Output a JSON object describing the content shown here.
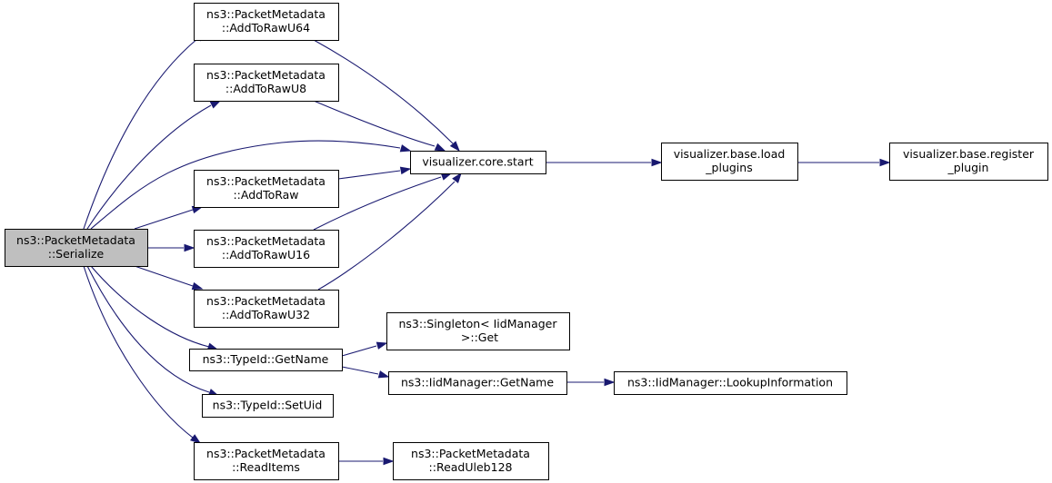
{
  "colors": {
    "edge": "#191970",
    "root_fill": "#bfbfbf",
    "node_fill": "#ffffff",
    "border": "#000000"
  },
  "nodes": [
    {
      "id": "serialize",
      "lines": [
        "ns3::PacketMetadata",
        "::Serialize"
      ],
      "highlighted": true
    },
    {
      "id": "addtorawu64",
      "lines": [
        "ns3::PacketMetadata",
        "::AddToRawU64"
      ]
    },
    {
      "id": "addtorawu8",
      "lines": [
        "ns3::PacketMetadata",
        "::AddToRawU8"
      ]
    },
    {
      "id": "addtoraw",
      "lines": [
        "ns3::PacketMetadata",
        "::AddToRaw"
      ]
    },
    {
      "id": "addtorawu16",
      "lines": [
        "ns3::PacketMetadata",
        "::AddToRawU16"
      ]
    },
    {
      "id": "addtorawu32",
      "lines": [
        "ns3::PacketMetadata",
        "::AddToRawU32"
      ]
    },
    {
      "id": "typeid-getname",
      "lines": [
        "ns3::TypeId::GetName"
      ]
    },
    {
      "id": "typeid-setuid",
      "lines": [
        "ns3::TypeId::SetUid"
      ]
    },
    {
      "id": "readitems",
      "lines": [
        "ns3::PacketMetadata",
        "::ReadItems"
      ]
    },
    {
      "id": "core-start",
      "lines": [
        "visualizer.core.start"
      ]
    },
    {
      "id": "load-plugins",
      "lines": [
        "visualizer.base.load",
        "_plugins"
      ]
    },
    {
      "id": "register-plugin",
      "lines": [
        "visualizer.base.register",
        "_plugin"
      ]
    },
    {
      "id": "singleton-get",
      "lines": [
        "ns3::Singleton< IidManager",
        " >::Get"
      ]
    },
    {
      "id": "iidmanager-getname",
      "lines": [
        "ns3::IidManager::GetName"
      ]
    },
    {
      "id": "lookupinformation",
      "lines": [
        "ns3::IidManager::LookupInformation"
      ]
    },
    {
      "id": "readuleb128",
      "lines": [
        "ns3::PacketMetadata",
        "::ReadUleb128"
      ]
    }
  ],
  "edges": [
    [
      "serialize",
      "addtorawu64"
    ],
    [
      "serialize",
      "addtorawu8"
    ],
    [
      "serialize",
      "core-start"
    ],
    [
      "serialize",
      "addtoraw"
    ],
    [
      "serialize",
      "addtorawu16"
    ],
    [
      "serialize",
      "addtorawu32"
    ],
    [
      "serialize",
      "typeid-getname"
    ],
    [
      "serialize",
      "typeid-setuid"
    ],
    [
      "serialize",
      "readitems"
    ],
    [
      "addtorawu64",
      "core-start"
    ],
    [
      "addtorawu8",
      "core-start"
    ],
    [
      "addtoraw",
      "core-start"
    ],
    [
      "addtorawu16",
      "core-start"
    ],
    [
      "addtorawu32",
      "core-start"
    ],
    [
      "core-start",
      "load-plugins"
    ],
    [
      "load-plugins",
      "register-plugin"
    ],
    [
      "typeid-getname",
      "singleton-get"
    ],
    [
      "typeid-getname",
      "iidmanager-getname"
    ],
    [
      "iidmanager-getname",
      "lookupinformation"
    ],
    [
      "readitems",
      "readuleb128"
    ]
  ]
}
